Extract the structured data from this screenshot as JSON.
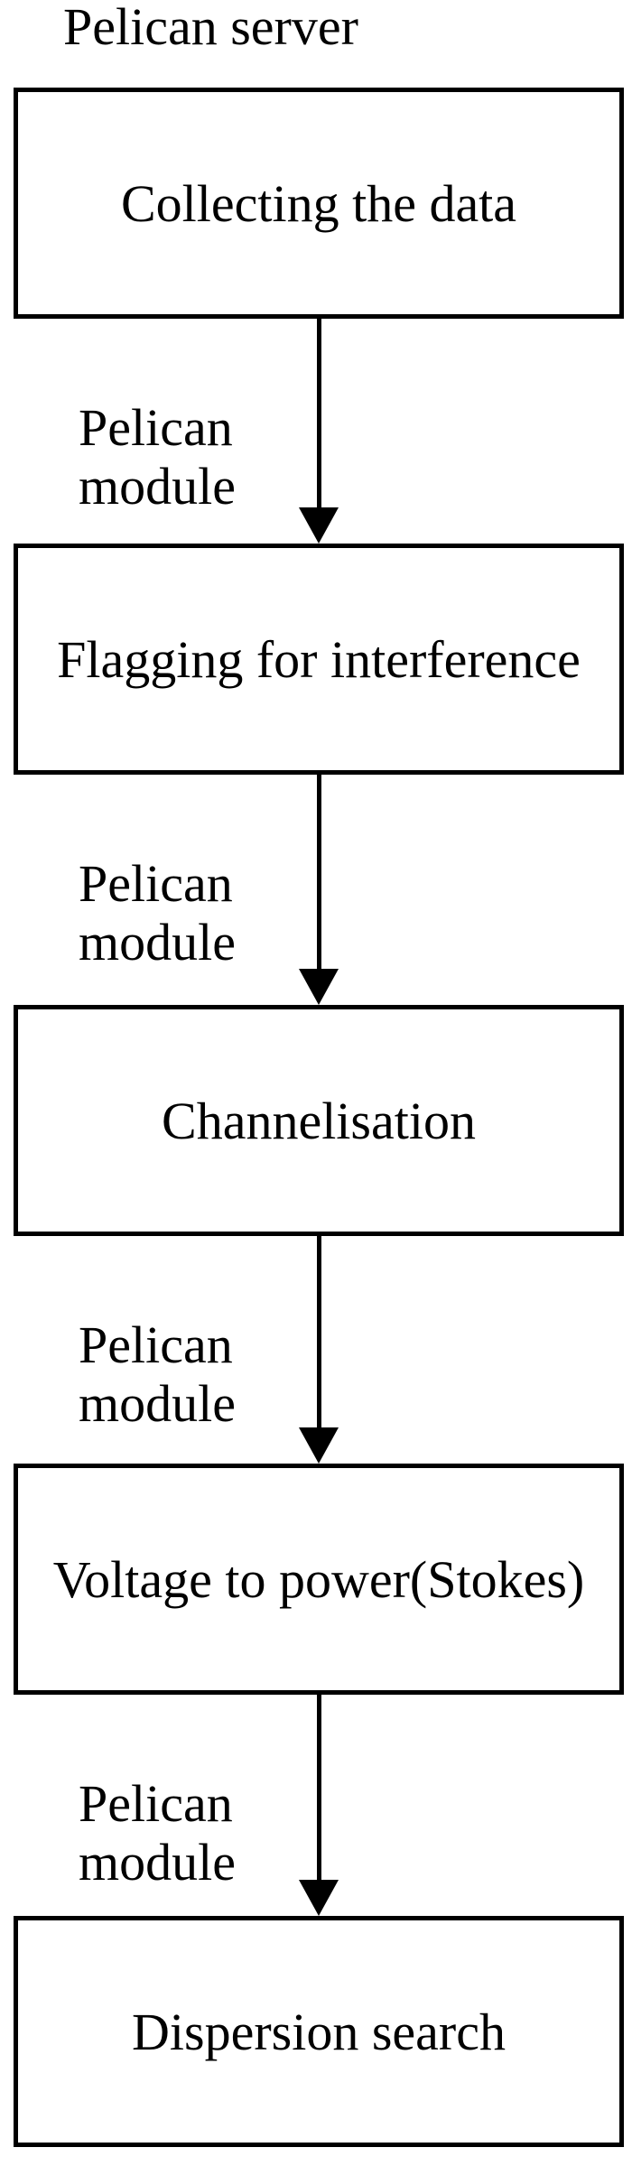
{
  "diagram": {
    "title": "Pelican server",
    "colors": {
      "background": "#ffffff",
      "line": "#000000",
      "text": "#000000"
    },
    "nodes": [
      {
        "label": "Collecting the data"
      },
      {
        "label": "Flagging for interference"
      },
      {
        "label": "Channelisation"
      },
      {
        "label": "Voltage to power(Stokes)"
      },
      {
        "label": "Dispersion search"
      }
    ],
    "edges": [
      {
        "from": 0,
        "to": 1,
        "label": "Pelican module"
      },
      {
        "from": 1,
        "to": 2,
        "label": "Pelican module"
      },
      {
        "from": 2,
        "to": 3,
        "label": "Pelican module"
      },
      {
        "from": 3,
        "to": 4,
        "label": "Pelican module"
      }
    ]
  }
}
